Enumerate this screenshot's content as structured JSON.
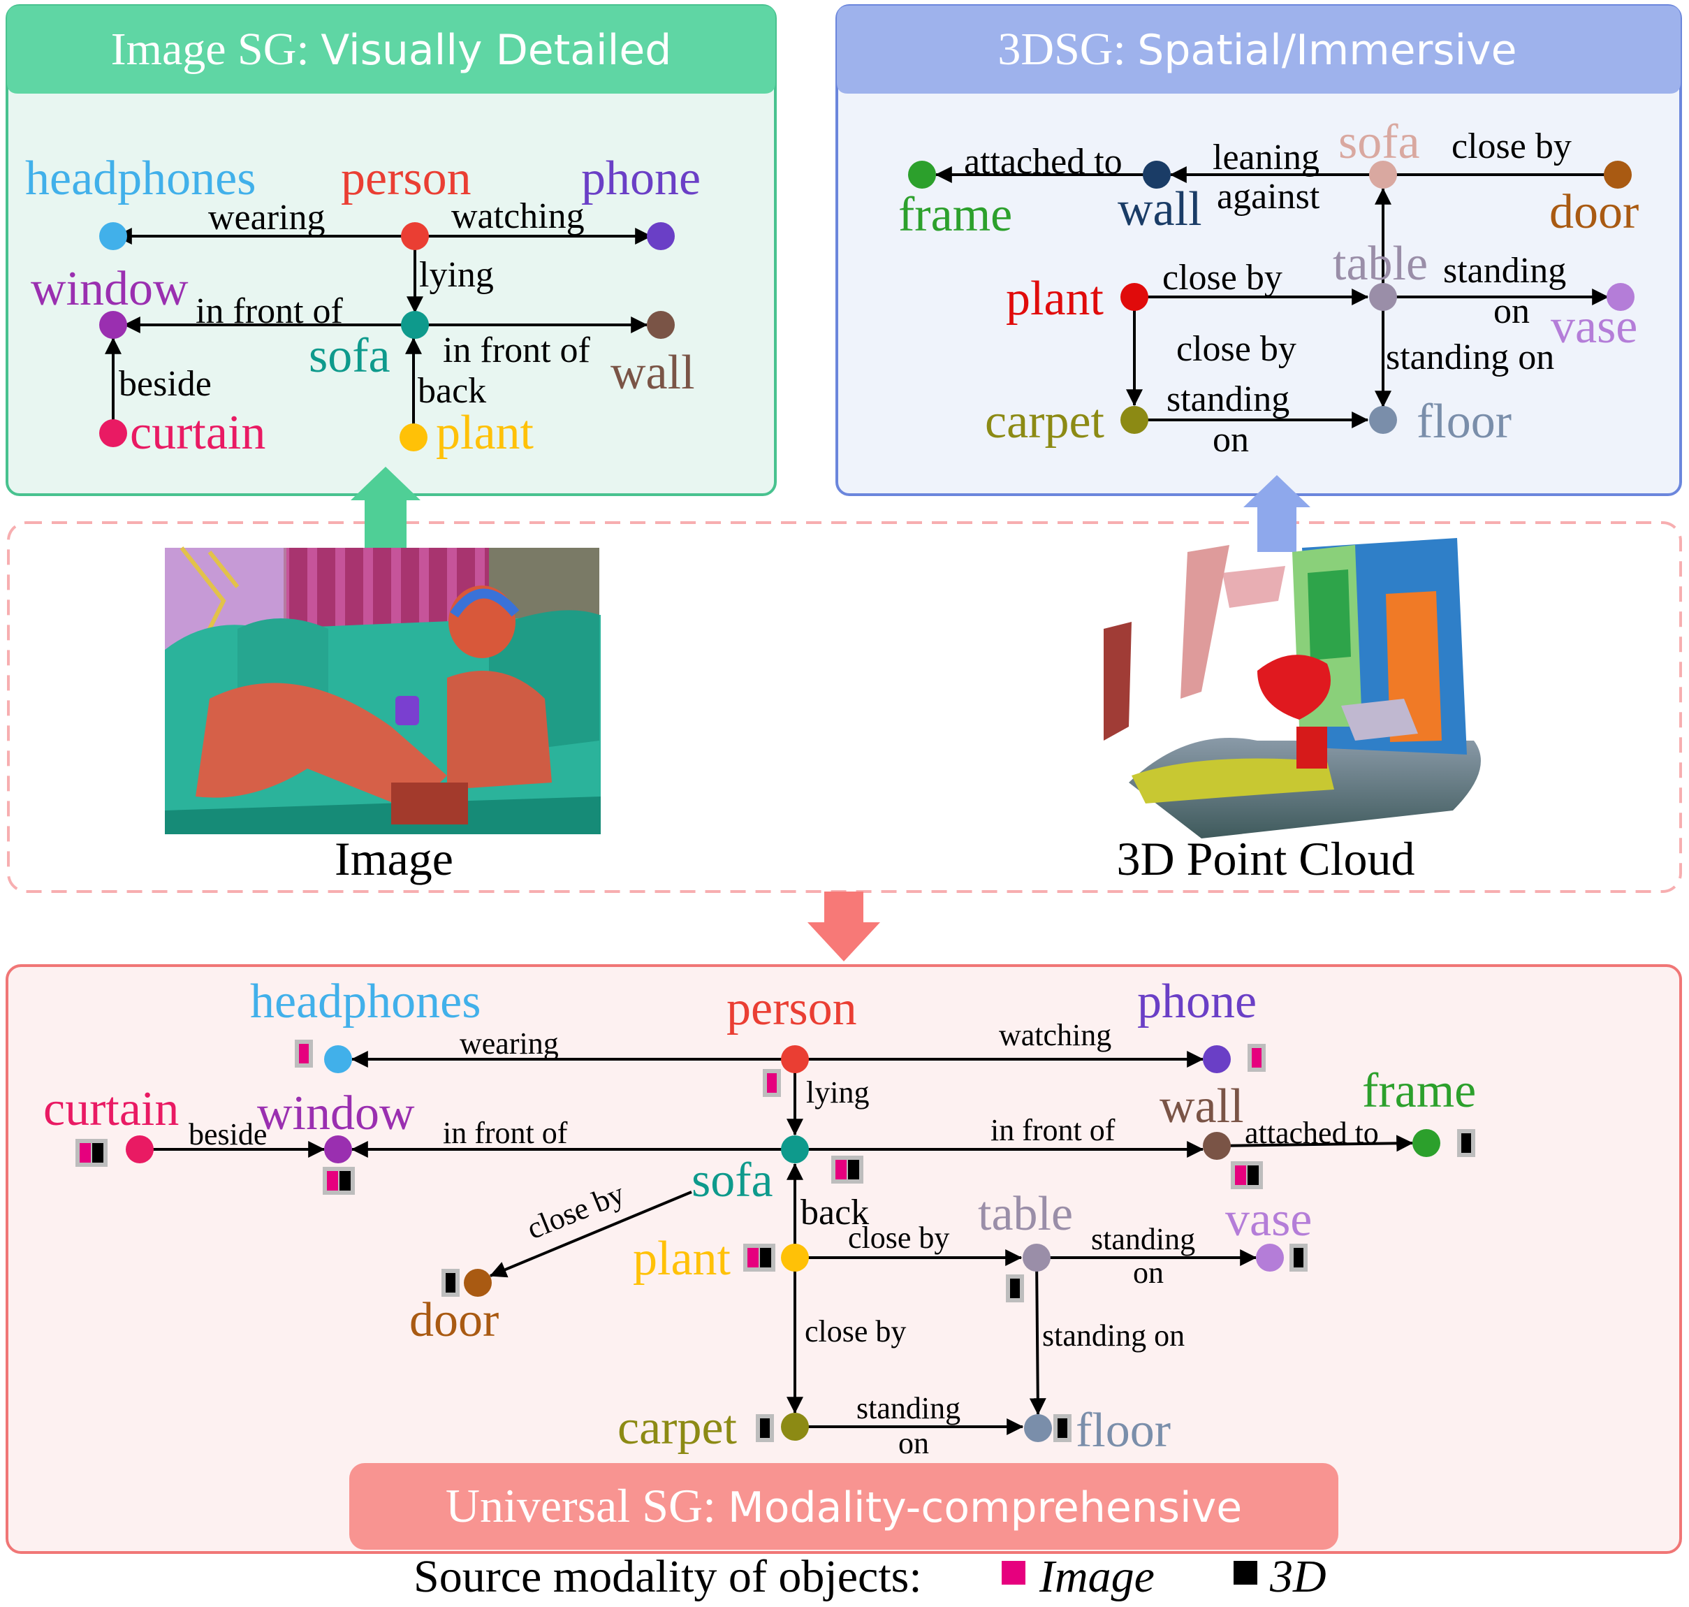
{
  "image_sg": {
    "title_serif": "Image SG: ",
    "title_sans": "Visually Detailed",
    "nodes": {
      "headphones": "headphones",
      "person": "person",
      "phone": "phone",
      "window": "window",
      "sofa": "sofa",
      "wall": "wall",
      "curtain": "curtain",
      "plant": "plant"
    },
    "edges": {
      "wearing": "wearing",
      "watching": "watching",
      "lying": "lying",
      "in_front_of_1": "in front of",
      "in_front_of_2": "in front of",
      "beside": "beside",
      "back": "back"
    }
  },
  "three_dsg": {
    "title_serif": "3DSG: ",
    "title_sans": "Spatial/Immersive",
    "nodes": {
      "frame": "frame",
      "wall": "wall",
      "sofa": "sofa",
      "door": "door",
      "plant": "plant",
      "table": "table",
      "vase": "vase",
      "carpet": "carpet",
      "floor": "floor"
    },
    "edges": {
      "attached_to": "attached to",
      "leaning_against_1": "leaning",
      "leaning_against_2": "against",
      "close_by_sofa_door": "close by",
      "close_by_plant_table": "close by",
      "standing_on_vase_1": "standing",
      "standing_on_vase_2": "on",
      "close_by_plant_carpet": "close by",
      "standing_on_table_floor": "standing on",
      "standing_on_carpet_1": "standing",
      "standing_on_carpet_2": "on"
    }
  },
  "middle": {
    "image_caption": "Image",
    "cloud_caption": "3D Point Cloud"
  },
  "universal_sg": {
    "title_serif": "Universal SG: ",
    "title_sans": "Modality-comprehensive",
    "nodes": {
      "headphones": "headphones",
      "person": "person",
      "phone": "phone",
      "curtain": "curtain",
      "window": "window",
      "wall": "wall",
      "frame": "frame",
      "sofa": "sofa",
      "table": "table",
      "vase": "vase",
      "plant": "plant",
      "door": "door",
      "carpet": "carpet",
      "floor": "floor"
    },
    "edges": {
      "wearing": "wearing",
      "watching": "watching",
      "lying": "lying",
      "beside": "beside",
      "in_front_of_1": "in front of",
      "in_front_of_2": "in front of",
      "attached_to": "attached to",
      "close_by_door": "close by",
      "back": "back",
      "close_by_table": "close by",
      "standing_on_vase_1": "standing",
      "standing_on_vase_2": "on",
      "close_by_carpet": "close by",
      "standing_on_floor": "standing on",
      "standing_on_carpet_1": "standing",
      "standing_on_carpet_2": "on"
    }
  },
  "legend": {
    "prefix": "Source modality of objects: ",
    "image_label": "Image",
    "three_d_label": "3D"
  },
  "colors": {
    "green_header": "#5fd6a4",
    "green_panel": "#e8f6f1",
    "blue_header": "#9eb2ec",
    "blue_panel": "#eff3fb",
    "red_header": "#f89491",
    "red_panel": "#fdf1f1",
    "modality_image": "#e6007e",
    "modality_3d": "#000000"
  }
}
